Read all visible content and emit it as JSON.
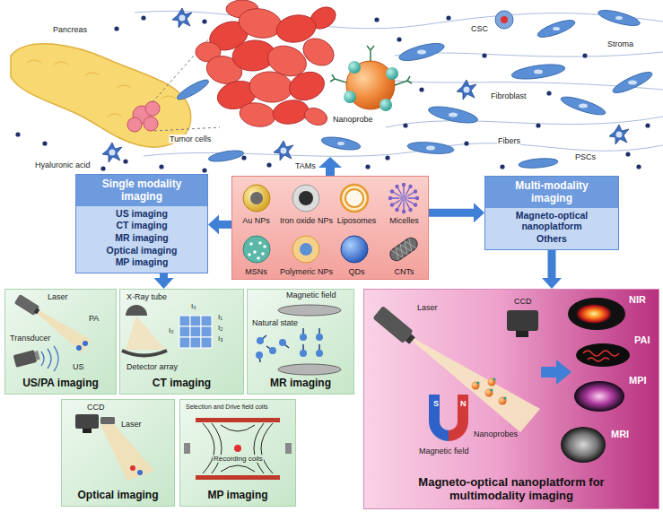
{
  "diagram": {
    "nodes": [
      {
        "text": [
          "Single modality imaging",
          "US imaging",
          "CT imaging",
          "MR imaging",
          "Optical imaging",
          "MP imaging"
        ]
      },
      {
        "text": [
          "Au NPs",
          "Iron oxide NPs",
          "Liposomes",
          "Micelles",
          "MSNs",
          "Polymeric NPs",
          "QDs",
          "CNTs"
        ]
      },
      {
        "text": [
          "Multi-modality imaging",
          "Magneto-optical nanoplatform",
          "Others"
        ]
      },
      {
        "text": [
          "US/PA imaging"
        ]
      },
      {
        "text": [
          "CT imaging"
        ]
      },
      {
        "text": [
          "MR imaging"
        ]
      },
      {
        "text": [
          "Optical imaging"
        ]
      },
      {
        "text": [
          "MP imaging"
        ]
      },
      {
        "text": [
          "Magneto-optical nanoplatform for multimodality imaging"
        ]
      }
    ],
    "edges": [
      {
        "from": 1,
        "to": 0,
        "arrow": "to"
      },
      {
        "from": 1,
        "to": 2,
        "arrow": "to"
      },
      {
        "from": 0,
        "to": 4,
        "arrow": "to"
      },
      {
        "from": 2,
        "to": 8,
        "arrow": "to"
      }
    ],
    "labels": [
      "Pancreas",
      "Tumor cells",
      "Hyaluronic acid",
      "TAMs",
      "Nanoprobe",
      "CSC",
      "Stroma",
      "Fibroblast",
      "Fibers",
      "PSCs",
      "Laser",
      "PA",
      "Transducer",
      "US",
      "X-Ray tube",
      "I₀",
      "I₀",
      "I₁",
      "I₂",
      "I₃",
      "Detector array",
      "Magnetic field",
      "Natural state",
      "CCD",
      "Laser",
      "Selection and Drive field coils",
      "Recording coils",
      "Laser",
      "CCD",
      "NIR",
      "PAI",
      "MPI",
      "MRI",
      "S",
      "N",
      "Nanoprobes",
      "Magnetic field"
    ]
  }
}
